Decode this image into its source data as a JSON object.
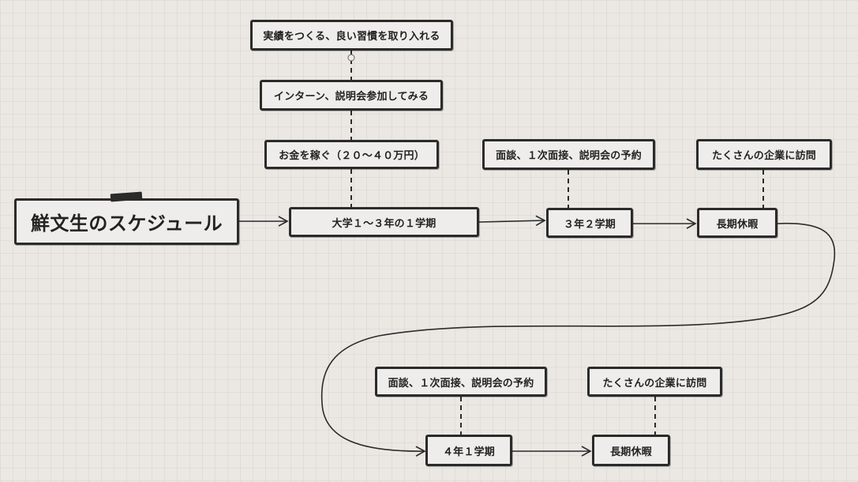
{
  "title": "鮮文生のスケジュール",
  "nodes": {
    "habit": "実績をつくる、良い習慣を取り入れる",
    "intern": "インターン、説明会参加してみる",
    "money": "お金を稼ぐ（２０～４０万円）",
    "term_1_3": "大学１～３年の１学期",
    "interview_3": "面談、１次面接、説明会の予約",
    "term_3_2": "３年２学期",
    "visit_1": "たくさんの企業に訪問",
    "vacation_1": "長期休暇",
    "interview_4": "面談、１次面接、説明会の予約",
    "visit_2": "たくさんの企業に訪問",
    "term_4_1": "４年１学期",
    "vacation_2": "長期休暇"
  },
  "colors": {
    "background": "#ebe8e4",
    "box_fill": "#efedeb",
    "stroke": "#2b2b2b"
  }
}
